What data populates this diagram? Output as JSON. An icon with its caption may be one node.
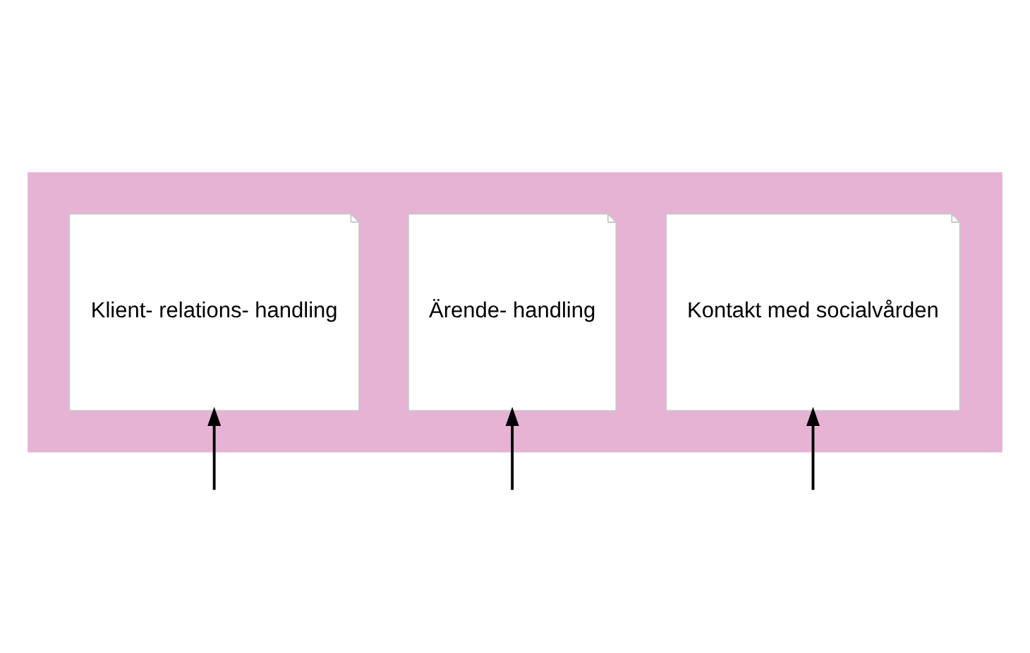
{
  "diagram": {
    "nodes": [
      {
        "text": [],
        "shape": "box"
      },
      {
        "text": [
          "Klient- relations- handling"
        ],
        "in": 0
      },
      {
        "text": [
          "Ärende- handling"
        ],
        "in": 0
      },
      {
        "text": [
          "Kontakt med socialvården"
        ],
        "in": 0
      }
    ],
    "edges": [
      {
        "from": null,
        "to": 1,
        "arrow": "to"
      },
      {
        "from": null,
        "to": 2,
        "arrow": "to"
      },
      {
        "from": null,
        "to": 3,
        "arrow": "to"
      }
    ]
  }
}
